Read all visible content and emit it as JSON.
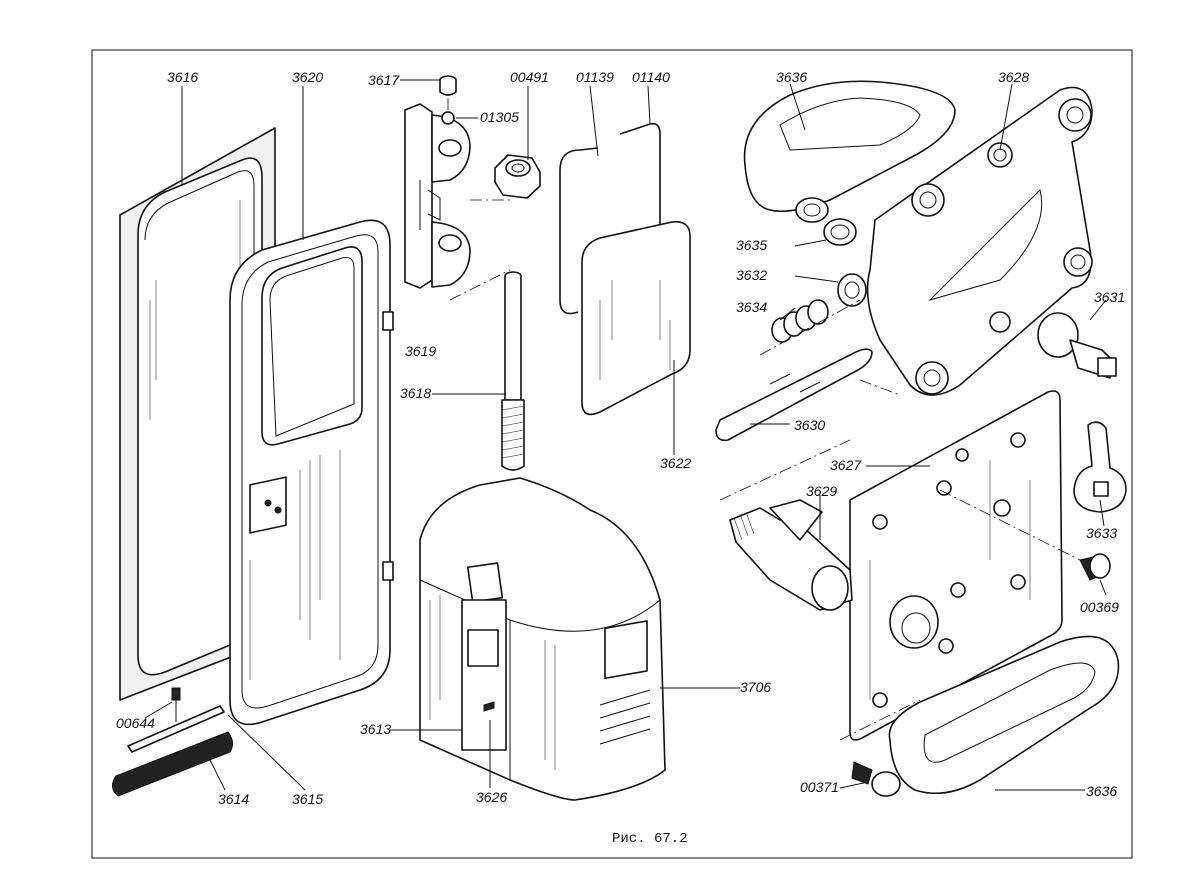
{
  "caption": "Рис. 67.2",
  "labels": {
    "l3616": "3616",
    "l3620": "3620",
    "l3617": "3617",
    "l01305": "01305",
    "l00491": "00491",
    "l01139": "01139",
    "l01140": "01140",
    "l3636a": "3636",
    "l3628": "3628",
    "l3635": "3635",
    "l3632": "3632",
    "l3634": "3634",
    "l3631": "3631",
    "l3630": "3630",
    "l3619": "3619",
    "l3618": "3618",
    "l3622": "3622",
    "l3627": "3627",
    "l3629": "3629",
    "l3633": "3633",
    "l00369": "00369",
    "l3706": "3706",
    "l3613": "3613",
    "l3626": "3626",
    "l00644": "00644",
    "l3614": "3614",
    "l3615": "3615",
    "l00371": "00371",
    "l3636b": "3636"
  }
}
